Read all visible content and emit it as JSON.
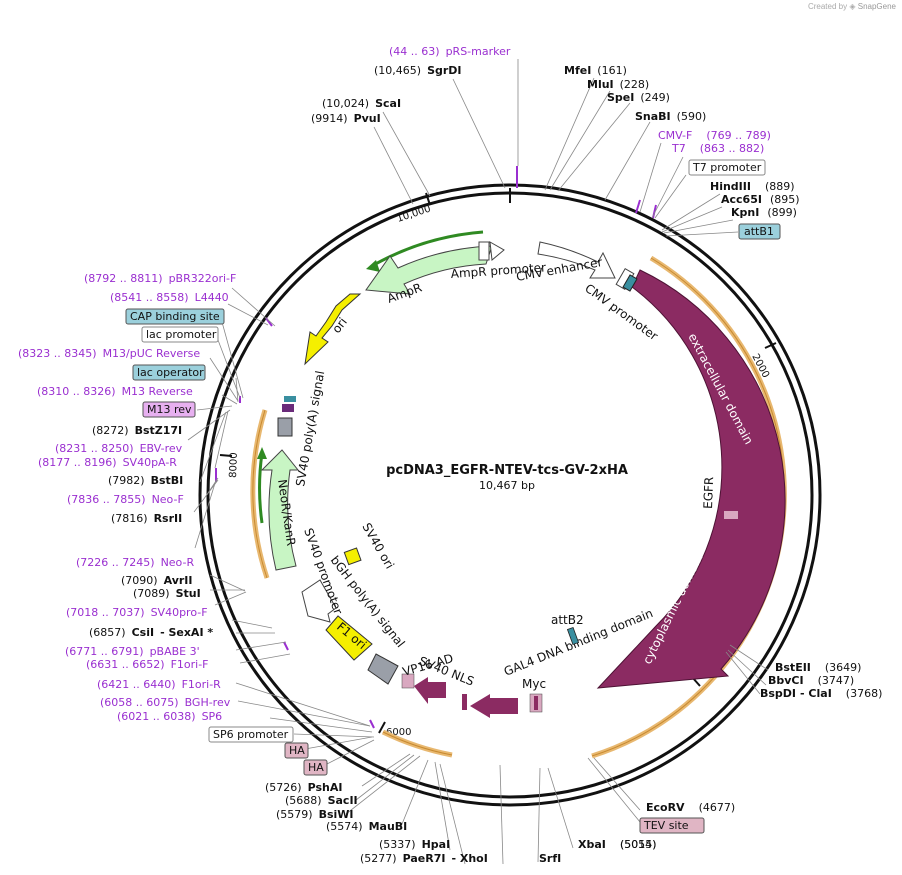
{
  "credit": {
    "prefix": "Created by",
    "brand": "SnapGene"
  },
  "plasmid": {
    "name": "pcDNA3_EGFR-NTEV-tcs-GV-2xHA",
    "length": "10,467 bp"
  },
  "colors": {
    "primer": "#9a2fd0",
    "backbone": "#111111",
    "egfr": "#8b2b62",
    "amp": "#c8f5c4",
    "ori": "#f5ef00",
    "orf_outline": "#e8b870",
    "orf_arrow": "#2f8a22",
    "terminator": "#9a9fa8",
    "feature_blue": "#9bd0dc",
    "feature_pink": "#e0b5c4",
    "feature_violet": "#e7b0f0"
  },
  "ticks": [
    "2000",
    "4000",
    "6000",
    "8000",
    "10,000"
  ],
  "site_labels": [
    {
      "type": "primer",
      "coord": "(44 .. 63)",
      "name": "pRS-marker"
    },
    {
      "type": "site",
      "coord": "(10,465)",
      "name": "SgrDI"
    },
    {
      "type": "site",
      "name": "MfeI",
      "coord": "(161)"
    },
    {
      "type": "site",
      "name": "MluI",
      "coord": "(228)"
    },
    {
      "type": "site",
      "name": "SpeI",
      "coord": "(249)"
    },
    {
      "type": "site",
      "coord": "(10,024)",
      "name": "ScaI"
    },
    {
      "type": "site",
      "coord": "(9914)",
      "name": "PvuI"
    },
    {
      "type": "site",
      "name": "SnaBI",
      "coord": "(590)"
    },
    {
      "type": "primer",
      "name": "CMV-F",
      "coord": "(769 .. 789)"
    },
    {
      "type": "primer",
      "name": "T7",
      "coord": "(863 .. 882)"
    },
    {
      "type": "feature_box",
      "name": "T7 promoter"
    },
    {
      "type": "site",
      "name": "HindIII",
      "coord": "(889)"
    },
    {
      "type": "site",
      "name": "Acc65I",
      "coord": "(895)"
    },
    {
      "type": "site",
      "name": "KpnI",
      "coord": "(899)"
    },
    {
      "type": "feature_box_blue",
      "name": "attB1"
    },
    {
      "type": "primer",
      "coord": "(8792 .. 8811)",
      "name": "pBR322ori-F"
    },
    {
      "type": "primer",
      "coord": "(8541 .. 8558)",
      "name": "L4440"
    },
    {
      "type": "feature_box_blue",
      "name": "CAP binding site"
    },
    {
      "type": "feature_box",
      "name": "lac promoter"
    },
    {
      "type": "primer",
      "coord": "(8323 .. 8345)",
      "name": "M13/pUC Reverse"
    },
    {
      "type": "feature_box_blue",
      "name": "lac operator"
    },
    {
      "type": "primer",
      "coord": "(8310 .. 8326)",
      "name": "M13 Reverse"
    },
    {
      "type": "feature_box_violet",
      "name": "M13 rev"
    },
    {
      "type": "site",
      "coord": "(8272)",
      "name": "BstZ17I"
    },
    {
      "type": "primer",
      "coord": "(8231 .. 8250)",
      "name": "EBV-rev"
    },
    {
      "type": "primer",
      "coord": "(8177 .. 8196)",
      "name": "SV40pA-R"
    },
    {
      "type": "site",
      "coord": "(7982)",
      "name": "BstBI"
    },
    {
      "type": "primer",
      "coord": "(7836 .. 7855)",
      "name": "Neo-F"
    },
    {
      "type": "site",
      "coord": "(7816)",
      "name": "RsrII"
    },
    {
      "type": "primer",
      "coord": "(7226 .. 7245)",
      "name": "Neo-R"
    },
    {
      "type": "site",
      "coord": "(7090)",
      "name": "AvrII"
    },
    {
      "type": "site",
      "coord": "(7089)",
      "name": "StuI"
    },
    {
      "type": "primer",
      "coord": "(7018 .. 7037)",
      "name": "SV40pro-F"
    },
    {
      "type": "site",
      "coord": "(6857)",
      "name": "CsiI",
      "extra": "- SexAI *"
    },
    {
      "type": "primer",
      "coord": "(6771 .. 6791)",
      "name": "pBABE 3'"
    },
    {
      "type": "primer",
      "coord": "(6631 .. 6652)",
      "name": "F1ori-F"
    },
    {
      "type": "primer",
      "coord": "(6421 .. 6440)",
      "name": "F1ori-R"
    },
    {
      "type": "primer",
      "coord": "(6058 .. 6075)",
      "name": "BGH-rev"
    },
    {
      "type": "primer",
      "coord": "(6021 .. 6038)",
      "name": "SP6"
    },
    {
      "type": "feature_box",
      "name": "SP6 promoter"
    },
    {
      "type": "feature_box_pink",
      "name": "HA"
    },
    {
      "type": "feature_box_pink",
      "name": "HA"
    },
    {
      "type": "site",
      "coord": "(5726)",
      "name": "PshAI"
    },
    {
      "type": "site",
      "coord": "(5688)",
      "name": "SacII"
    },
    {
      "type": "site",
      "coord": "(5579)",
      "name": "BsiWI"
    },
    {
      "type": "site",
      "coord": "(5574)",
      "name": "MauBI"
    },
    {
      "type": "site",
      "coord": "(5337)",
      "name": "HpaI"
    },
    {
      "type": "site",
      "coord": "(5277)",
      "name": "PaeR7I",
      "extra": "- XhoI"
    },
    {
      "type": "site",
      "name": "SrfI"
    },
    {
      "type": "site",
      "name": "XbaI",
      "coord": "(5054)"
    },
    {
      "type": "site",
      "name": "BstEII",
      "coord": "(3649)"
    },
    {
      "type": "site",
      "name": "BbvCI",
      "coord": "(3747)"
    },
    {
      "type": "site",
      "name": "BspDI",
      "extra": "- ClaI",
      "coord": "(3768)"
    },
    {
      "type": "site",
      "name": "EcoRV",
      "coord": "(4677)"
    },
    {
      "type": "feature_box_pink",
      "name": "TEV site",
      "coord": "(5015)"
    }
  ],
  "features": {
    "amp_promoter": "AmpR promoter",
    "cmv_enhancer": "CMV enhancer",
    "cmv_promoter": "CMV promoter",
    "ampr": "AmpR",
    "ori": "ori",
    "extracellular": "extracellular domain",
    "egfr": "EGFR",
    "cytoplasmic": "cytoplasmic domain",
    "sv40_polya": "SV40 poly(A) signal",
    "neor": "NeoR/KanR",
    "sv40_ori": "SV40 ori",
    "sv40_promoter": "SV40 promoter",
    "bgh": "bGH poly(A) signal",
    "f1ori": "F1 ori",
    "sv40_nls": "SV40 NLS",
    "vp16": "VP16 AD",
    "gal4": "GAL4 DNA binding domain",
    "myc": "Myc",
    "attb2": "attB2"
  }
}
